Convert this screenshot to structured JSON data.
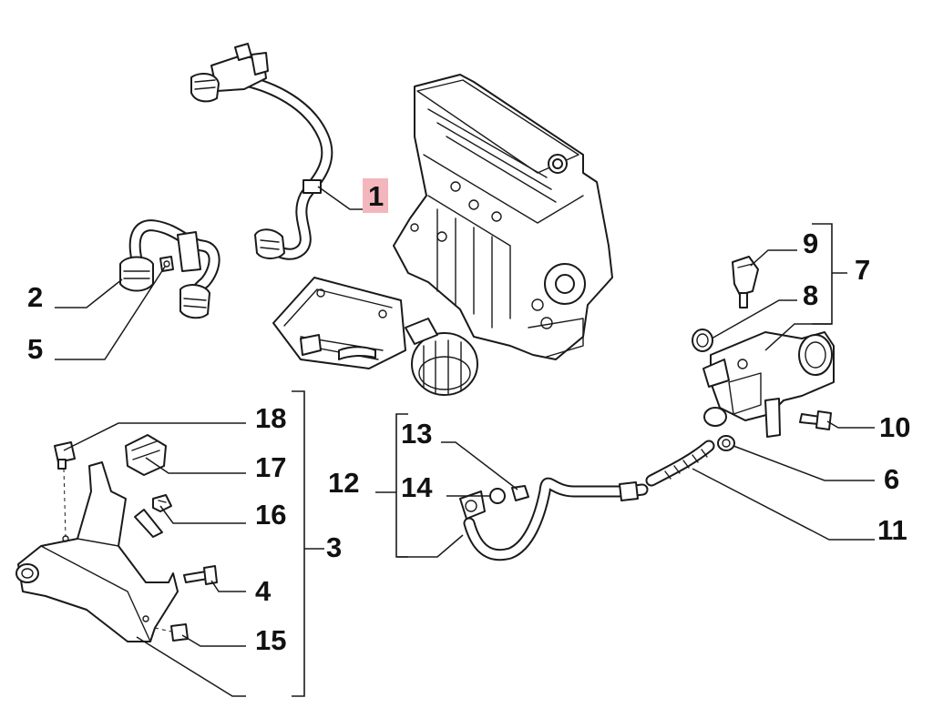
{
  "callouts": {
    "c1": "1",
    "c2": "2",
    "c3": "3",
    "c4": "4",
    "c5": "5",
    "c6": "6",
    "c7": "7",
    "c8": "8",
    "c9": "9",
    "c10": "10",
    "c11": "11",
    "c12": "12",
    "c13": "13",
    "c14": "14",
    "c15": "15",
    "c16": "16",
    "c17": "17",
    "c18": "18"
  },
  "highlight_color": "#f4b6bd",
  "highlighted_callout": "1"
}
